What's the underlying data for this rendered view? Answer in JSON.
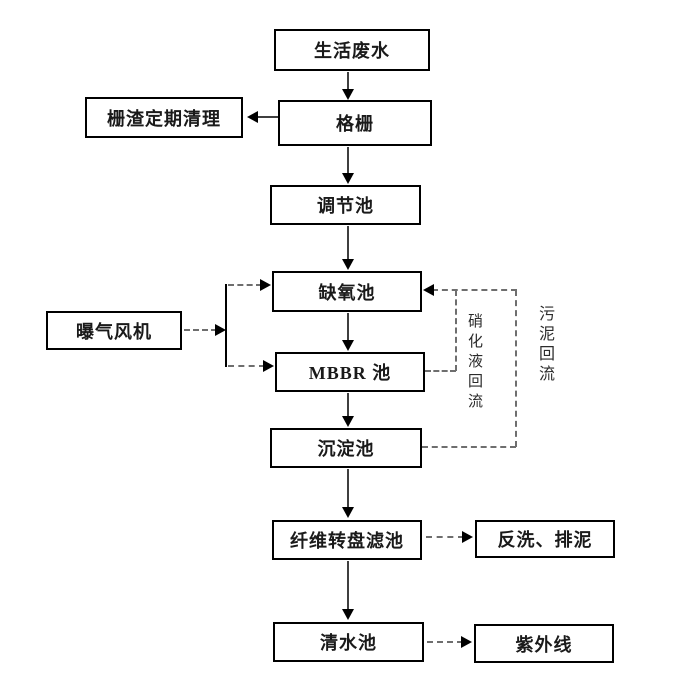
{
  "page": {
    "background": "#ffffff"
  },
  "diagram": {
    "type": "flowchart",
    "subject": "wastewater-treatment-process",
    "nodes": {
      "domestic_wastewater": {
        "label": "生活废水"
      },
      "bar_screen": {
        "label": "格栅"
      },
      "screen_residue_cleaning": {
        "label": "栅渣定期清理"
      },
      "equalization_tank": {
        "label": "调节池"
      },
      "anoxic_tank": {
        "label": "缺氧池"
      },
      "mbbr_tank": {
        "label": "MBBR 池"
      },
      "sedimentation_tank": {
        "label": "沉淀池"
      },
      "fiber_disc_filter": {
        "label": "纤维转盘滤池"
      },
      "backwash_sludge_discharge": {
        "label": "反洗、排泥"
      },
      "clear_water_tank": {
        "label": "清水池"
      },
      "uv_disinfection": {
        "label": "紫外线"
      },
      "aeration_blower": {
        "label": "曝气风机"
      }
    },
    "recycle_labels": {
      "nitrified_liquor_return": "硝化液回流",
      "sludge_return": "污泥回流"
    },
    "edges": [
      {
        "from": "domestic_wastewater",
        "to": "bar_screen",
        "style": "solid"
      },
      {
        "from": "bar_screen",
        "to": "screen_residue_cleaning",
        "style": "solid"
      },
      {
        "from": "bar_screen",
        "to": "equalization_tank",
        "style": "solid"
      },
      {
        "from": "equalization_tank",
        "to": "anoxic_tank",
        "style": "solid"
      },
      {
        "from": "anoxic_tank",
        "to": "mbbr_tank",
        "style": "solid"
      },
      {
        "from": "mbbr_tank",
        "to": "sedimentation_tank",
        "style": "solid"
      },
      {
        "from": "sedimentation_tank",
        "to": "fiber_disc_filter",
        "style": "solid"
      },
      {
        "from": "fiber_disc_filter",
        "to": "backwash_sludge_discharge",
        "style": "dashed"
      },
      {
        "from": "fiber_disc_filter",
        "to": "clear_water_tank",
        "style": "solid"
      },
      {
        "from": "clear_water_tank",
        "to": "uv_disinfection",
        "style": "dashed"
      },
      {
        "from": "aeration_blower",
        "to": "anoxic_tank",
        "style": "dashed"
      },
      {
        "from": "aeration_blower",
        "to": "mbbr_tank",
        "style": "dashed"
      },
      {
        "from": "mbbr_tank",
        "to": "anoxic_tank",
        "style": "dashed",
        "label": "硝化液回流"
      },
      {
        "from": "sedimentation_tank",
        "to": "anoxic_tank",
        "style": "dashed",
        "label": "污泥回流"
      }
    ],
    "colors": {
      "box_border": "#000000",
      "box_background": "#ffffff",
      "solid_line": "#3f3f3f",
      "dashed_line": "#6e6e6e",
      "arrowhead": "#000000",
      "text": "#1a1a1a"
    }
  }
}
